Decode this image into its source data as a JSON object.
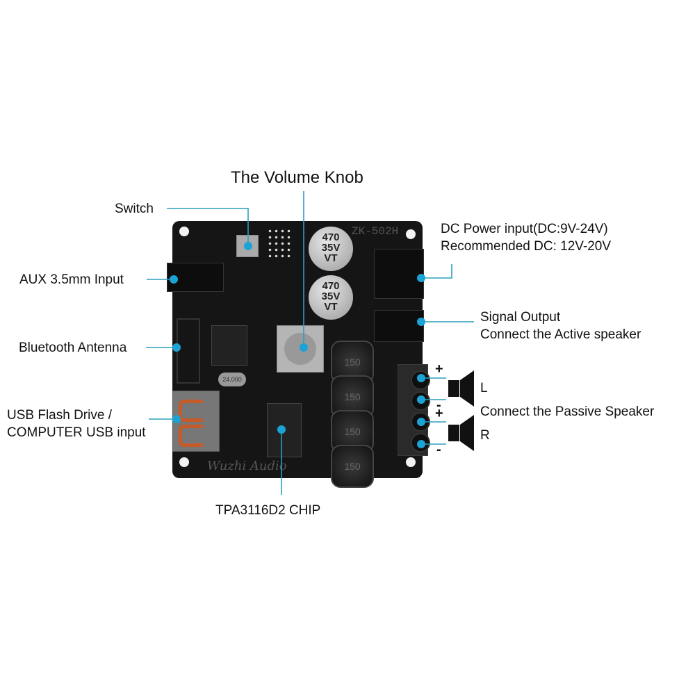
{
  "title": "The Volume Knob",
  "board": {
    "model": "ZK-502H",
    "capacitor_label": [
      "470",
      "35V",
      "VT"
    ],
    "inductor_label": "150",
    "crystal_label": "24.000",
    "signature": "Wuzhi Audio"
  },
  "labels": {
    "switch": "Switch",
    "aux": "AUX 3.5mm Input",
    "bluetooth": "Bluetooth Antenna",
    "usb_line1": "USB Flash Drive /",
    "usb_line2": "COMPUTER USB input",
    "chip": "TPA3116D2 CHIP",
    "dc_line1": "DC Power input(DC:9V-24V)",
    "dc_line2": "Recommended DC: 12V-20V",
    "signal_line1": "Signal Output",
    "signal_line2": "Connect the Active speaker",
    "passive": "Connect the Passive Speaker",
    "left": "L",
    "right": "R",
    "plus": "+",
    "minus": "-"
  },
  "colors": {
    "leader_line": "#2a9fbf",
    "dot": "#1ba3d6",
    "board": "#151515"
  }
}
